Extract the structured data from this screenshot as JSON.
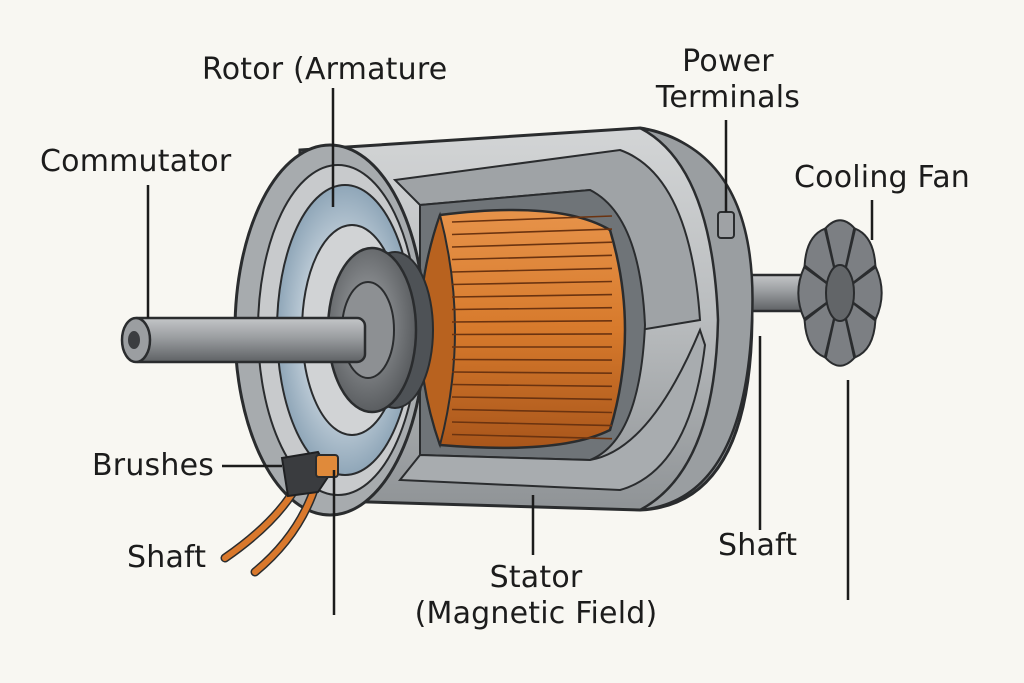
{
  "colors": {
    "background": "#f8f7f2",
    "housing": "#b9bcbe",
    "housing_dark": "#8c9094",
    "inner_ring": "#a9bccb",
    "copper": "#d9782c",
    "copper_dark": "#a3521a",
    "shaft": "#8e9194",
    "fan": "#7c7f83",
    "outline": "#2a2c2e",
    "label_text": "#1c1c1c"
  },
  "labels": {
    "rotor": "Rotor (Armature",
    "power_line1": "Power",
    "power_line2": "Terminals",
    "commutator": "Commutator",
    "cooling_fan": "Cooling Fan",
    "brushes": "Brushes",
    "shaft_left": "Shaft",
    "shaft_right": "Shaft",
    "stator_line1": "Stator",
    "stator_line2": "(Magnetic Field)"
  },
  "icons": [
    "motor-cutaway-illustration",
    "cooling-fan-icon",
    "brush-block-icon",
    "brush-wires-icon"
  ]
}
